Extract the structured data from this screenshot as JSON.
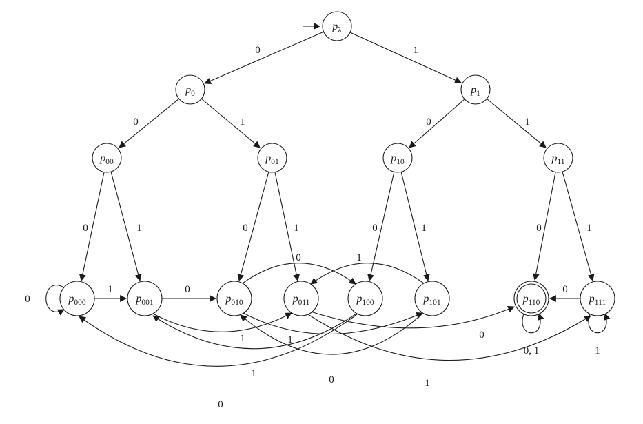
{
  "diagram": {
    "type": "finite-automaton",
    "node_prefix": "p",
    "start_state": "p_lambda",
    "accepting_states": [
      "p_110"
    ],
    "stroke_color": "#1a1a1a",
    "background_color": "#ffffff",
    "nodes": [
      {
        "id": "p_lambda",
        "sub": "λ",
        "accepting": false
      },
      {
        "id": "p_0",
        "sub": "0",
        "accepting": false
      },
      {
        "id": "p_1",
        "sub": "1",
        "accepting": false
      },
      {
        "id": "p_00",
        "sub": "00",
        "accepting": false
      },
      {
        "id": "p_01",
        "sub": "01",
        "accepting": false
      },
      {
        "id": "p_10",
        "sub": "10",
        "accepting": false
      },
      {
        "id": "p_11",
        "sub": "11",
        "accepting": false
      },
      {
        "id": "p_000",
        "sub": "000",
        "accepting": false
      },
      {
        "id": "p_001",
        "sub": "001",
        "accepting": false
      },
      {
        "id": "p_010",
        "sub": "010",
        "accepting": false
      },
      {
        "id": "p_011",
        "sub": "011",
        "accepting": false
      },
      {
        "id": "p_100",
        "sub": "100",
        "accepting": false
      },
      {
        "id": "p_101",
        "sub": "101",
        "accepting": false
      },
      {
        "id": "p_110",
        "sub": "110",
        "accepting": true
      },
      {
        "id": "p_111",
        "sub": "111",
        "accepting": false
      }
    ],
    "edges": [
      {
        "from": "p_lambda",
        "to": "p_0",
        "label": "0"
      },
      {
        "from": "p_lambda",
        "to": "p_1",
        "label": "1"
      },
      {
        "from": "p_0",
        "to": "p_00",
        "label": "0"
      },
      {
        "from": "p_0",
        "to": "p_01",
        "label": "1"
      },
      {
        "from": "p_1",
        "to": "p_10",
        "label": "0"
      },
      {
        "from": "p_1",
        "to": "p_11",
        "label": "1"
      },
      {
        "from": "p_00",
        "to": "p_000",
        "label": "0"
      },
      {
        "from": "p_00",
        "to": "p_001",
        "label": "1"
      },
      {
        "from": "p_01",
        "to": "p_010",
        "label": "0"
      },
      {
        "from": "p_01",
        "to": "p_011",
        "label": "1"
      },
      {
        "from": "p_10",
        "to": "p_100",
        "label": "0"
      },
      {
        "from": "p_10",
        "to": "p_101",
        "label": "1"
      },
      {
        "from": "p_11",
        "to": "p_110",
        "label": "0"
      },
      {
        "from": "p_11",
        "to": "p_111",
        "label": "1"
      },
      {
        "from": "p_000",
        "to": "p_000",
        "label": "0"
      },
      {
        "from": "p_000",
        "to": "p_001",
        "label": "1"
      },
      {
        "from": "p_001",
        "to": "p_010",
        "label": "0"
      },
      {
        "from": "p_001",
        "to": "p_011",
        "label": "1"
      },
      {
        "from": "p_010",
        "to": "p_100",
        "label": "0"
      },
      {
        "from": "p_010",
        "to": "p_101",
        "label": "1"
      },
      {
        "from": "p_011",
        "to": "p_110",
        "label": "0"
      },
      {
        "from": "p_011",
        "to": "p_111",
        "label": "1"
      },
      {
        "from": "p_100",
        "to": "p_000",
        "label": "0"
      },
      {
        "from": "p_100",
        "to": "p_001",
        "label": "1"
      },
      {
        "from": "p_101",
        "to": "p_010",
        "label": "0"
      },
      {
        "from": "p_101",
        "to": "p_011",
        "label": "1"
      },
      {
        "from": "p_110",
        "to": "p_110",
        "label": "0, 1"
      },
      {
        "from": "p_111",
        "to": "p_110",
        "label": "0"
      },
      {
        "from": "p_111",
        "to": "p_111",
        "label": "1"
      }
    ]
  }
}
